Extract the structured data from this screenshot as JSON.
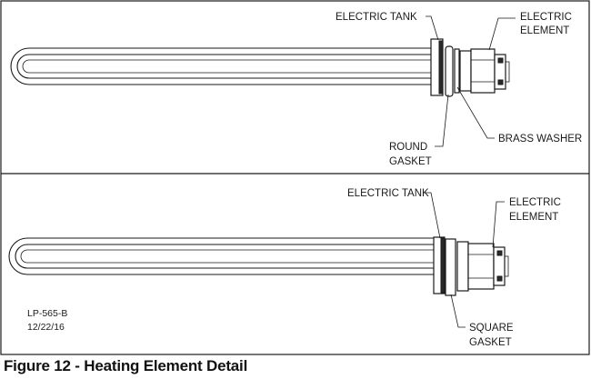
{
  "top_panel": {
    "labels": {
      "electric_tank": "ELECTRIC TANK",
      "electric_element_line1": "ELECTRIC",
      "electric_element_line2": "ELEMENT",
      "brass_washer": "BRASS WASHER",
      "round_gasket_line1": "ROUND",
      "round_gasket_line2": "GASKET"
    }
  },
  "bottom_panel": {
    "labels": {
      "electric_tank": "ELECTRIC TANK",
      "electric_element_line1": "ELECTRIC",
      "electric_element_line2": "ELEMENT",
      "square_gasket_line1": "SQUARE",
      "square_gasket_line2": "GASKET"
    },
    "stamp": {
      "doc_number": "LP-565-B",
      "date": "12/22/16"
    }
  },
  "caption": "Figure 12 - Heating Element Detail"
}
